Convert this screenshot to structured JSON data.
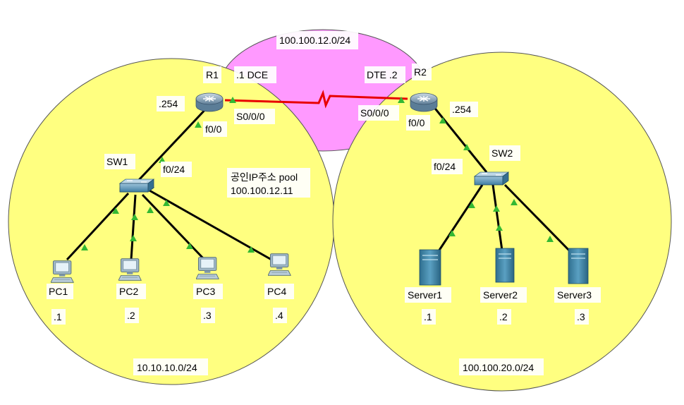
{
  "colors": {
    "lan": "#ffff80",
    "wan": "#ff99ff",
    "outline": "#555555",
    "link": "#000000",
    "serial_link": "#e80000",
    "port_up": "#33b833",
    "device_blue": "#4a8ab0"
  },
  "networks": {
    "wan": "100.100.12.0/24",
    "left_lan": "10.10.10.0/24",
    "right_lan": "100.100.20.0/24"
  },
  "routers": {
    "r1": {
      "name": "R1",
      "serial_role": ".1 DCE",
      "lan_ip": ".254",
      "serial_port": "S0/0/0",
      "fast_port": "f0/0"
    },
    "r2": {
      "name": "R2",
      "serial_role": "DTE .2",
      "lan_ip": ".254",
      "serial_port": "S0/0/0",
      "fast_port": "f0/0"
    }
  },
  "switches": {
    "sw1": {
      "name": "SW1",
      "uplink_port": "f0/24"
    },
    "sw2": {
      "name": "SW2",
      "uplink_port": "f0/24"
    }
  },
  "nat_note": {
    "line1": "공인IP주소 pool",
    "line2": "100.100.12.11"
  },
  "pcs": [
    {
      "name": "PC1",
      "ip": ".1",
      "icon": "pc-icon"
    },
    {
      "name": "PC2",
      "ip": ".2",
      "icon": "pc-icon"
    },
    {
      "name": "PC3",
      "ip": ".3",
      "icon": "pc-icon"
    },
    {
      "name": "PC4",
      "ip": ".4",
      "icon": "pc-icon"
    }
  ],
  "servers": [
    {
      "name": "Server1",
      "ip": ".1",
      "icon": "server-icon"
    },
    {
      "name": "Server2",
      "ip": ".2",
      "icon": "server-icon"
    },
    {
      "name": "Server3",
      "ip": ".3",
      "icon": "server-icon"
    }
  ]
}
